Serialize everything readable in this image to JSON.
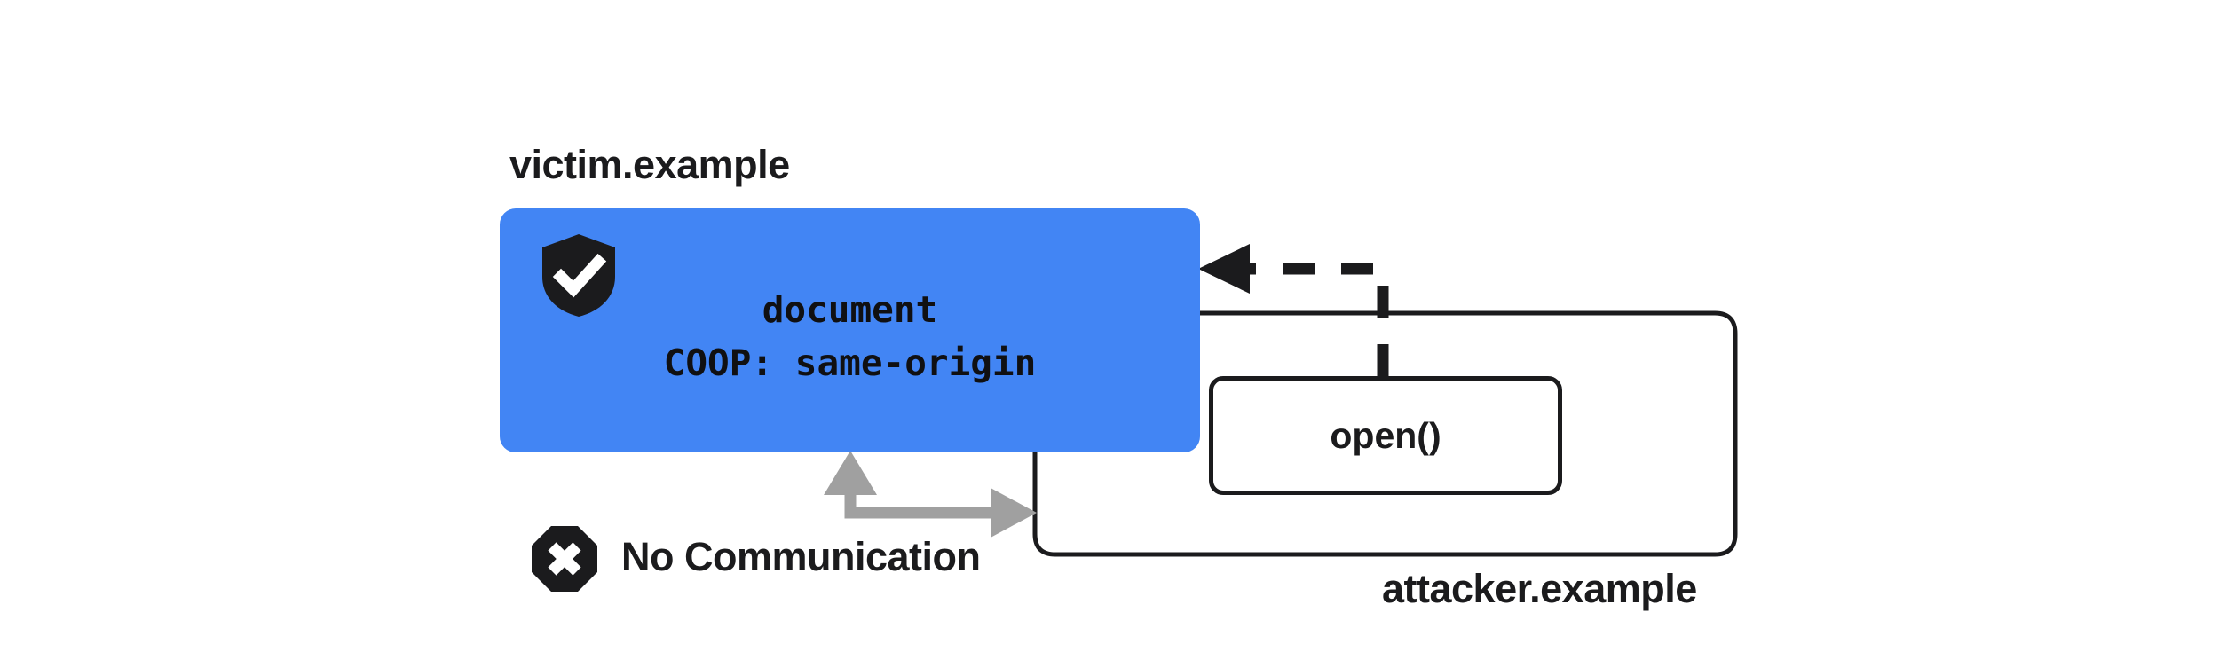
{
  "diagram": {
    "title_victim": "victim.example",
    "title_attacker": "attacker.example",
    "victim_box": {
      "line1": "document",
      "line2": "COOP: same-origin",
      "fill_color": "#4285f4",
      "icon": "shield-check-icon"
    },
    "attacker_box": {
      "open_call_label": "open()",
      "border_color": "#1b1b1d"
    },
    "no_communication": {
      "label": "No Communication",
      "icon": "octagon-x-icon",
      "arrow_color": "#a0a0a0"
    },
    "opener_arrow": {
      "style": "dashed",
      "color": "#1b1b1d",
      "direction": "right-to-left"
    },
    "colors": {
      "accent_blue": "#4285f4",
      "ink": "#1b1b1d",
      "gray_arrow": "#a0a0a0",
      "background": "#ffffff"
    }
  }
}
